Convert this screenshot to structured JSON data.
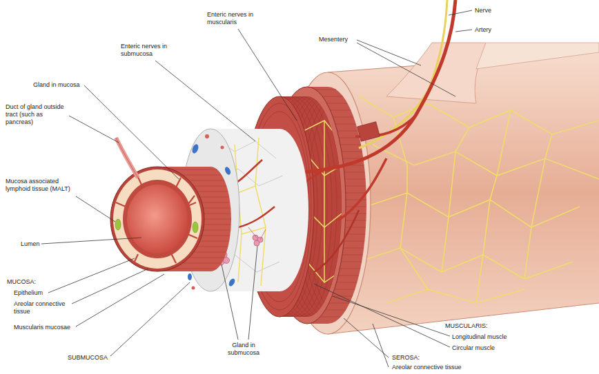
{
  "diagram": {
    "labels": [
      "Nerve",
      "Artery",
      "Mesentery",
      "Enteric nerves in muscularis",
      "Enteric nerves in submucosa",
      "Gland in mucosa",
      "Duct of gland outside tract (such as pancreas)",
      "Mucosa associated lymphoid tissue (MALT)",
      "Lumen",
      "MUCOSA:",
      "Epithelium",
      "Areolar connective tissue",
      "Muscularis mucosae",
      "SUBMUCOSA",
      "Gland in submucosa",
      "MUSCULARIS:",
      "Longitudinal muscle",
      "Circular muscle",
      "SEROSA:",
      "Areolar connective tissue"
    ]
  }
}
